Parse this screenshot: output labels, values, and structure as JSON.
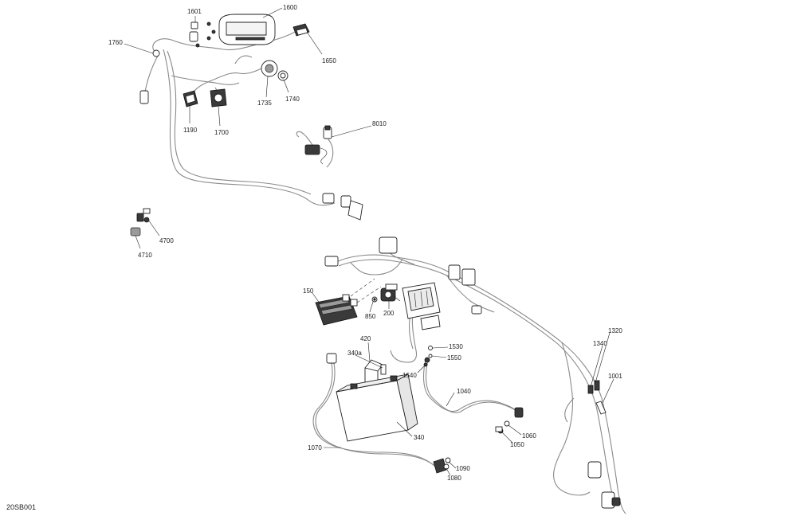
{
  "diagram": {
    "reference_code": "20SB001",
    "labels": {
      "p1600": "1600",
      "p1601": "1601",
      "p1650": "1650",
      "p1760": "1760",
      "p1735": "1735",
      "p1740": "1740",
      "p1190": "1190",
      "p1700": "1700",
      "p8010": "8010",
      "p4700": "4700",
      "p4710": "4710",
      "p150": "150",
      "p850": "850",
      "p200": "200",
      "p420": "420",
      "p340a": "340a",
      "p1530": "1530",
      "p1550": "1550",
      "p1540": "1540",
      "p1040": "1040",
      "p1320": "1320",
      "p1340": "1340",
      "p1001": "1001",
      "p340": "340",
      "p1060": "1060",
      "p1050": "1050",
      "p1070": "1070",
      "p1090": "1090",
      "p1080": "1080"
    }
  }
}
